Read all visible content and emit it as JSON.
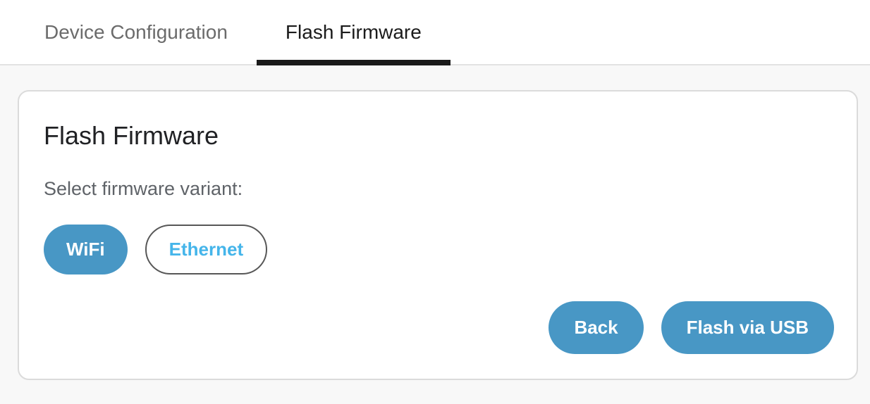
{
  "tabs": [
    {
      "label": "Device Configuration",
      "active": false
    },
    {
      "label": "Flash Firmware",
      "active": true
    }
  ],
  "card": {
    "title": "Flash Firmware",
    "prompt": "Select firmware variant:",
    "variants": [
      {
        "label": "WiFi",
        "selected": true
      },
      {
        "label": "Ethernet",
        "selected": false
      }
    ],
    "actions": {
      "back": "Back",
      "flash": "Flash via USB"
    }
  },
  "colors": {
    "accent_blue": "#4897c5",
    "ethernet_text_blue": "#45b5ea",
    "outline_gray": "#575757",
    "active_tab_underline": "#1a1a1a",
    "inactive_tab_text": "#6b6b6b",
    "page_background": "#f8f8f8",
    "card_border": "#dbdbdb"
  }
}
